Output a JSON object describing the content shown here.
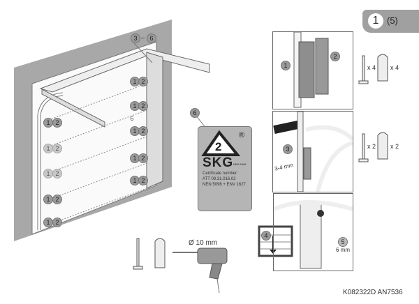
{
  "page_badge": {
    "step": "1",
    "count": "(5)"
  },
  "door_illustration": {
    "range_callout": {
      "from": "3",
      "dash": "–",
      "to": "6"
    },
    "hinge_callouts": [
      "1",
      "2"
    ],
    "label_callout": "6"
  },
  "skg_label": {
    "callout": "6",
    "class_number": "2",
    "registered_mark": "®",
    "brand": "SKG",
    "norm": "NEN 5096",
    "certificate_label": "Certificate number:",
    "certificate_number": "ATT 09.31.016.02",
    "standards": "NEN 5096 + ENV 1627"
  },
  "detail_panels": [
    {
      "callouts": [
        "1",
        "2"
      ],
      "screws_qty": "x 4",
      "plugs_qty": "x 4"
    },
    {
      "callouts": [
        "3"
      ],
      "dimension": "3-4 mm",
      "screws_qty": "x 2",
      "plugs_qty": "x 2"
    },
    {
      "callouts": [
        "4",
        "5"
      ],
      "dimension": "6 mm"
    }
  ],
  "tools": {
    "drill_bit": "Ø 10 mm"
  },
  "footer": {
    "code": "K082322D  AN7536"
  },
  "colors": {
    "wall": "#a8a8a8",
    "badge": "#a0a0a0",
    "label": "#b5b5b5",
    "watermark": "#f04040"
  }
}
